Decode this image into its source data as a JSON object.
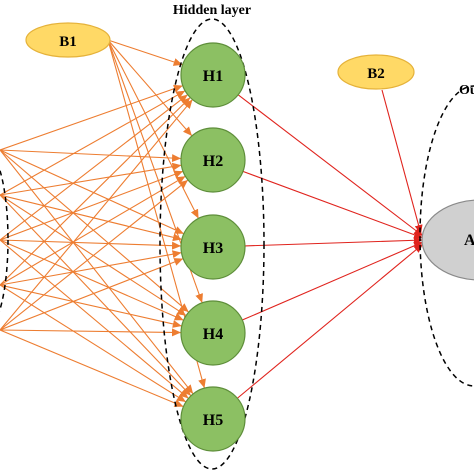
{
  "diagram": {
    "hidden_layer_label": "Hidden layer",
    "output_layer_label_partial": "Ou",
    "bias_input_label": "B1",
    "bias_hidden_label": "B2",
    "hidden_nodes": [
      {
        "id": "h1",
        "label": "H1"
      },
      {
        "id": "h2",
        "label": "H2"
      },
      {
        "id": "h3",
        "label": "H3"
      },
      {
        "id": "h4",
        "label": "H4"
      },
      {
        "id": "h5",
        "label": "H5"
      }
    ],
    "output_node_label_partial": "A",
    "colors": {
      "input_edge": "#ED7D31",
      "output_edge": "#E0241E",
      "hidden_fill": "#8CC063",
      "hidden_stroke": "#5E8E3A",
      "bias_fill": "#FFD966",
      "bias_stroke": "#E5B23A",
      "output_fill": "#D0D0D0",
      "output_stroke": "#8A8A8A",
      "layer_outline": "#000000",
      "text": "#000000"
    }
  }
}
